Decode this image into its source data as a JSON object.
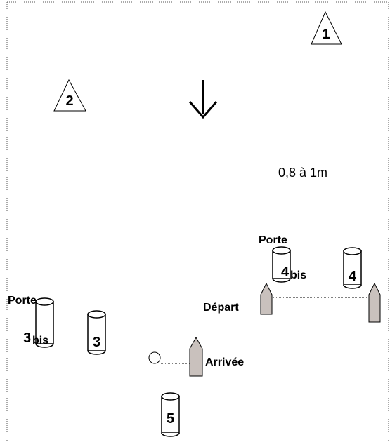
{
  "markers": [
    {
      "id": "marker-1",
      "label": "1"
    },
    {
      "id": "marker-2",
      "label": "2"
    }
  ],
  "distance_label": "0,8 à 1m",
  "labels": {
    "porte_a": "Porte",
    "porte_b": "Porte",
    "depart": "Départ",
    "arrivee": "Arrivée"
  },
  "buoys": [
    {
      "id": "buoy-4bis",
      "number": "4",
      "suffix": "bis"
    },
    {
      "id": "buoy-4",
      "number": "4",
      "suffix": ""
    },
    {
      "id": "buoy-3bis",
      "number": "3",
      "suffix": "bis"
    },
    {
      "id": "buoy-3",
      "number": "3",
      "suffix": ""
    },
    {
      "id": "buoy-5",
      "number": "5",
      "suffix": ""
    }
  ],
  "colors": {
    "line": "#000000",
    "post_fill": "#c9c1bd",
    "border": "#555555"
  }
}
